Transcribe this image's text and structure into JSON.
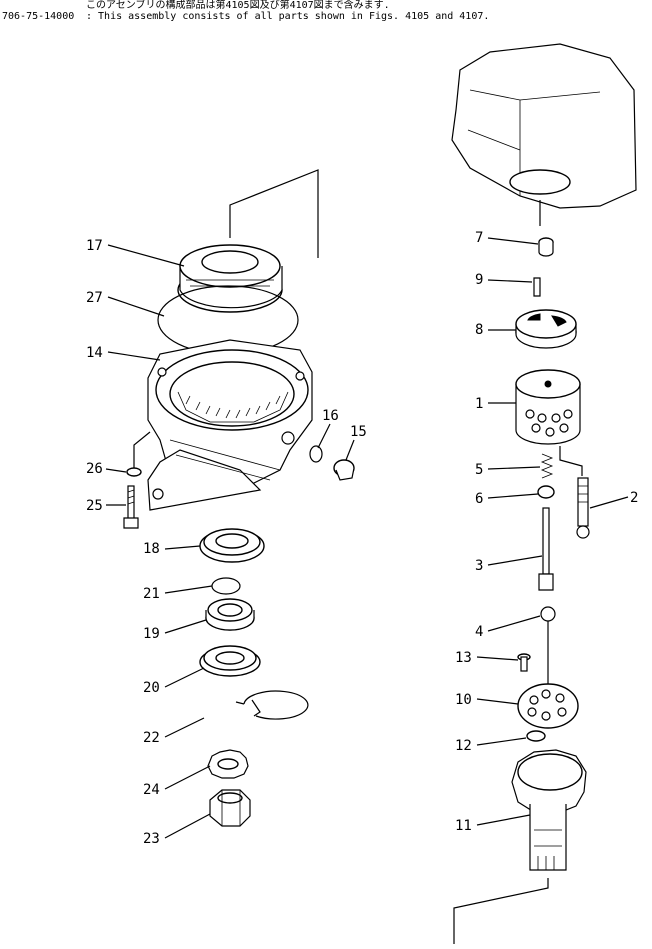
{
  "header": {
    "japanese_note": "このアセンブリの構成部品は第4105図及び第4107図まで含みます.",
    "part_number": "706-75-14000",
    "english_note": ": This assembly consists of all parts shown in Figs. 4105 and 4107."
  },
  "callouts": [
    "17",
    "27",
    "14",
    "16",
    "15",
    "26",
    "25",
    "18",
    "21",
    "19",
    "20",
    "22",
    "24",
    "23",
    "7",
    "9",
    "8",
    "1",
    "5",
    "6",
    "2",
    "3",
    "4",
    "13",
    "10",
    "12",
    "11"
  ]
}
